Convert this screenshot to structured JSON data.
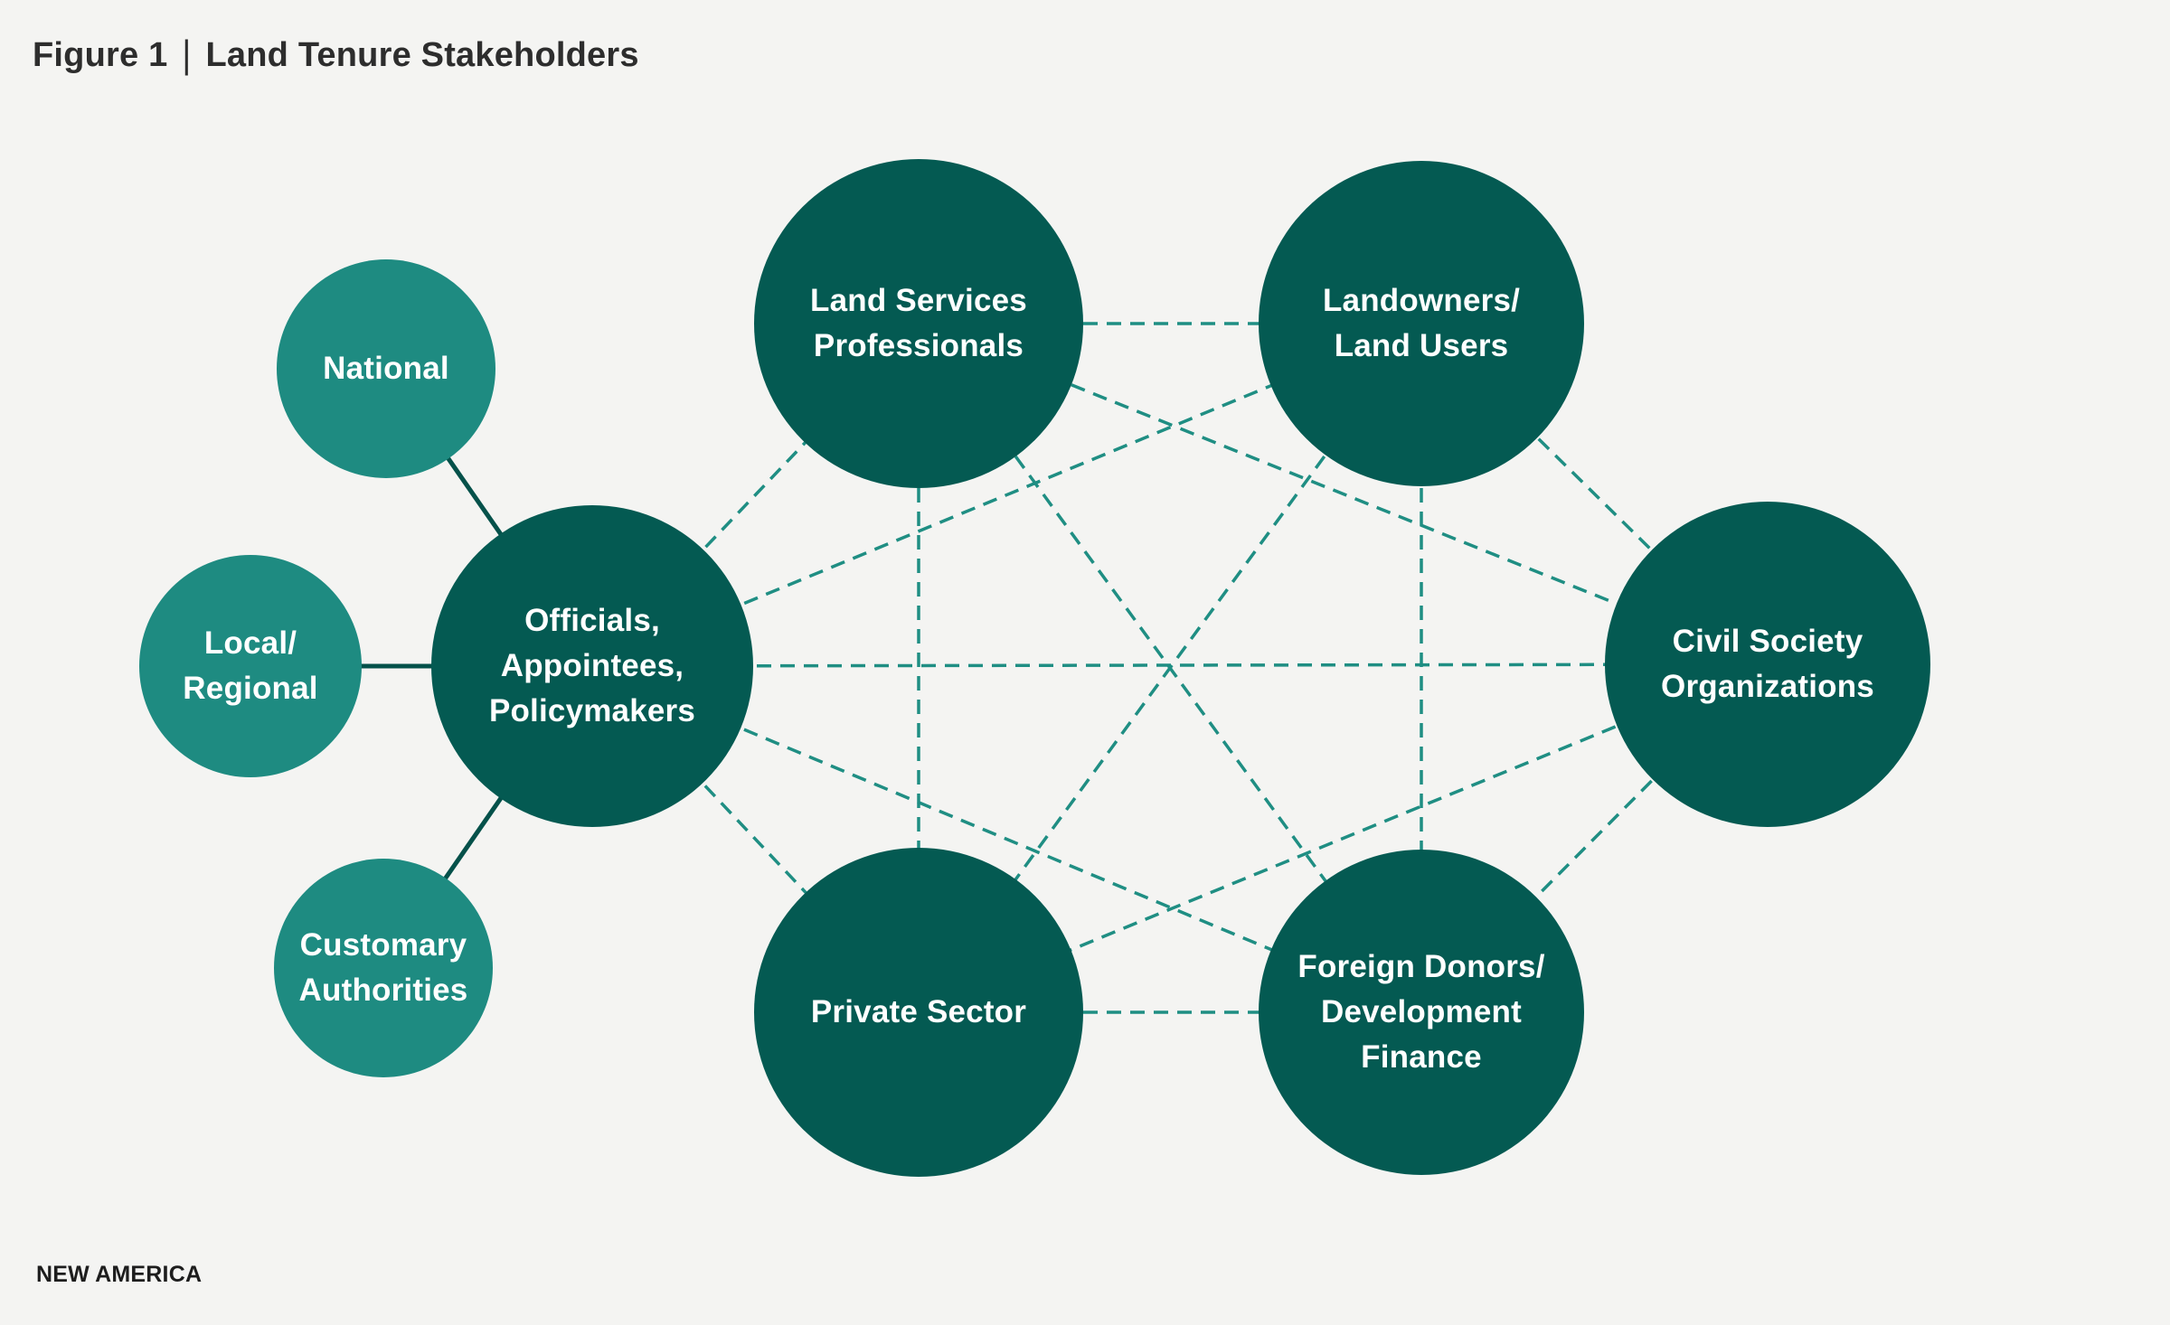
{
  "figure": {
    "label": "Figure 1",
    "separator": "|",
    "title": "Land Tenure Stakeholders"
  },
  "footer": {
    "brand": "NEW AMERICA"
  },
  "colors": {
    "background": "#f4f4f2",
    "core_circle": "#045a52",
    "satellite_circle": "#1e8b81",
    "dashed_connector": "#1f8e83",
    "solid_connector": "#05514a",
    "circle_text": "#ffffff",
    "heading_text": "#2d2d2d"
  },
  "diagram": {
    "nodes": {
      "officials": {
        "label": "Officials,\nAppointees,\nPolicymakers",
        "type": "core"
      },
      "land_services": {
        "label": "Land Services\nProfessionals",
        "type": "core"
      },
      "landowners": {
        "label": "Landowners/\nLand Users",
        "type": "core"
      },
      "civil_society": {
        "label": "Civil Society\nOrganizations",
        "type": "core"
      },
      "private_sector": {
        "label": "Private Sector",
        "type": "core"
      },
      "foreign_donors": {
        "label": "Foreign Donors/\nDevelopment\nFinance",
        "type": "core"
      },
      "national": {
        "label": "National",
        "type": "satellite"
      },
      "local_regional": {
        "label": "Local/\nRegional",
        "type": "satellite"
      },
      "customary": {
        "label": "Customary\nAuthorities",
        "type": "satellite"
      }
    },
    "connections": {
      "dashed": "all six core stakeholder circles interconnected (complete graph)",
      "solid": "National, Local/Regional and Customary Authorities link to Officials, Appointees, Policymakers"
    }
  }
}
